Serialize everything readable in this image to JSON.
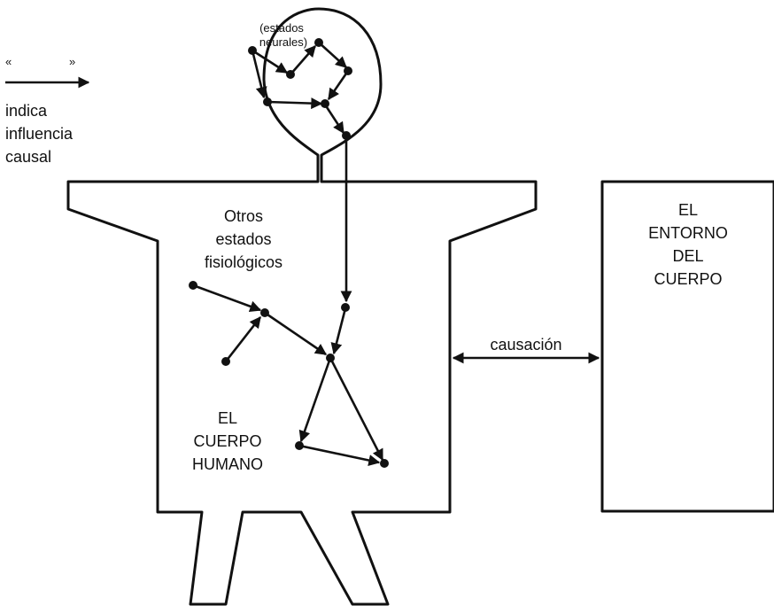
{
  "legend": {
    "quote_open": "«",
    "quote_close": "»",
    "line1": "indica",
    "line2": "influencia",
    "line3": "causal"
  },
  "head_label": {
    "line1": "(estados",
    "line2": "neurales)"
  },
  "body_upper_label": {
    "line1": "Otros",
    "line2": "estados",
    "line3": "fisiológicos"
  },
  "body_label": {
    "line1": "EL",
    "line2": "CUERPO",
    "line3": "HUMANO"
  },
  "environment_label": {
    "line1": "EL",
    "line2": "ENTORNO",
    "line3": "DEL",
    "line4": "CUERPO"
  },
  "causation_label": "causación",
  "colors": {
    "ink": "#111111",
    "background": "#ffffff"
  }
}
